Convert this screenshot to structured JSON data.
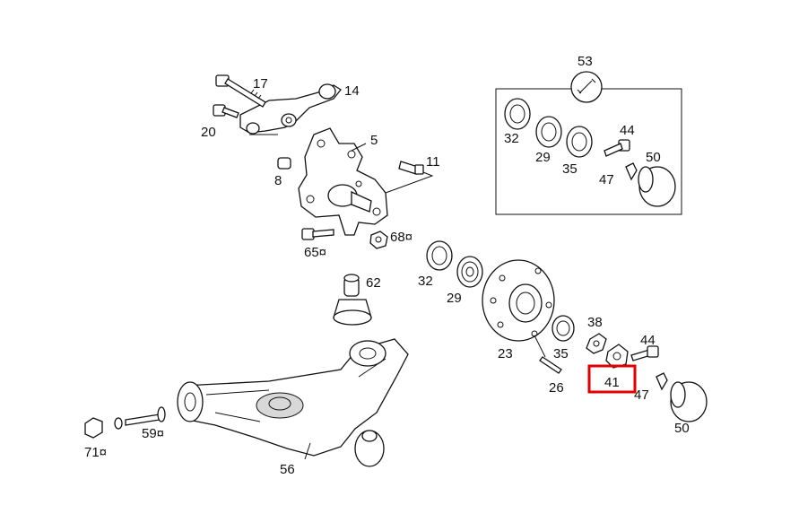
{
  "labels": {
    "l17": "17",
    "l14": "14",
    "l20": "20",
    "l5": "5",
    "l8": "8",
    "l11": "11",
    "l65": "65¤",
    "l68": "68¤",
    "l62": "62",
    "l32a": "32",
    "l29a": "29",
    "l23": "23",
    "l35a": "35",
    "l38": "38",
    "l44a": "44",
    "l26": "26",
    "l41": "41",
    "l47a": "47",
    "l50a": "50",
    "l71": "71¤",
    "l59": "59¤",
    "l56": "56",
    "l53": "53",
    "l32b": "32",
    "l29b": "29",
    "l35b": "35",
    "l44b": "44",
    "l47b": "47",
    "l50b": "50"
  },
  "highlight": {
    "label": "41",
    "color": "#e00000"
  },
  "line_color": "#111111"
}
